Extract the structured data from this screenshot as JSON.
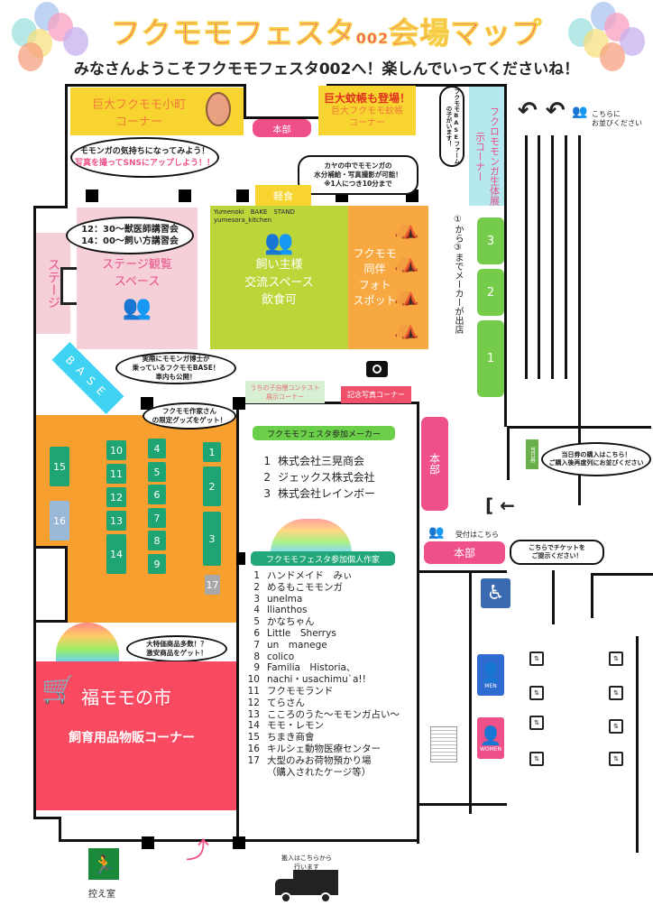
{
  "header": {
    "title_main": "フクモモフェスタ",
    "title_num": "002",
    "title_end": "会場マップ",
    "subtitle": "みなさんようこそフクモモフェスタ002へ！楽しんでいってくださいね！"
  },
  "areas": {
    "komachi": "巨大フクモモ小町\nコーナー",
    "honbu_top": "本部",
    "kaya_head": "巨大蚊帳も登場！",
    "kaya_sub": "巨大フクモモ蚊帳\nコーナー",
    "karuishoku": "軽食",
    "bake_stand": "Yumenoki　BAKE　STAND\nyumesora_kitchen",
    "exchange": "飼い主様\n交流スペース\n飲食可",
    "photo_spot": "フクモモ\n同伴\nフォト\nスポット",
    "stage": "ステージ",
    "stage_view": "ステージ観覧\nスペース",
    "base": "BASE",
    "contest": "うちの子自慢コンテスト\n展示コーナー",
    "memorial_photo": "記念写真コーナー",
    "honbu_side": "本部",
    "honbu_reception": "本部",
    "reception_label": "受付はこちら",
    "live_exhibit": "フクロモモンガ生体展示コーナー",
    "same_day_ticket": "当日券",
    "market_title": "福モモの市",
    "market_sub": "飼育用品物販コーナー",
    "waiting_room": "控え室",
    "loading": "搬入はこちらから\n行います",
    "queue_here": "こちらに\nお並びください",
    "maker_note": "①から③までメーカーが出店",
    "men": "MEN",
    "women": "WOMEN"
  },
  "bubbles": {
    "momonga_feel": "モモンガの気持ちになってみよう！",
    "sns": "写真を撮ってSNSにアップしよう！！",
    "kaya": "カヤの中でモモンガの\n水分補給・写真撮影が可能！\n※1人につき10分まで",
    "schedule": "12：30〜獣医師講習会\n14：00〜飼い方講習会",
    "base_car": "実際にモモンガ博士が\n乗っているフクモモBASE！\n車内も公開！",
    "artist_goods": "フクモモ作家さん\nの限定グッズをゲット！",
    "farm": "フクモモBASEファームの子がいます！",
    "ticket_buy": "当日券の購入はこちら！\nご購入後再度列にお並びください",
    "show_ticket": "こちらでチケットを\nご提示ください！",
    "bargain": "大特価商品多数！？\n激安商品をゲット！"
  },
  "makers": {
    "label": "フクモモフェスタ参加メーカー",
    "items": [
      {
        "no": "1",
        "name": "株式会社三晃商会"
      },
      {
        "no": "2",
        "name": "ジェックス株式会社"
      },
      {
        "no": "3",
        "name": "株式会社レインボー"
      }
    ]
  },
  "artists": {
    "label": "フクモモフェスタ参加個人作家",
    "items": [
      {
        "no": "1",
        "name": "ハンドメイド　みぃ"
      },
      {
        "no": "2",
        "name": "めるもこモモンガ"
      },
      {
        "no": "3",
        "name": "unelma"
      },
      {
        "no": "4",
        "name": "llianthos"
      },
      {
        "no": "5",
        "name": "かなちゃん"
      },
      {
        "no": "6",
        "name": "Little　Sherrys"
      },
      {
        "no": "7",
        "name": "un　manege"
      },
      {
        "no": "8",
        "name": "colico"
      },
      {
        "no": "9",
        "name": "Familia　Historia、"
      },
      {
        "no": "10",
        "name": "nachi・usachimu`a!!"
      },
      {
        "no": "11",
        "name": "フクモモランド"
      },
      {
        "no": "12",
        "name": "てらさん"
      },
      {
        "no": "13",
        "name": "こころのうた〜モモンガ占い〜"
      },
      {
        "no": "14",
        "name": "モモ・レモン"
      },
      {
        "no": "15",
        "name": "ちまき商會"
      },
      {
        "no": "16",
        "name": "キルシェ動物医療センター"
      },
      {
        "no": "17",
        "name": "大型のみお荷物預かり場"
      }
    ],
    "note": "（購入されたケージ等）"
  },
  "booths": [
    "1",
    "2",
    "3",
    "4",
    "5",
    "6",
    "7",
    "8",
    "9",
    "10",
    "11",
    "12",
    "13",
    "14",
    "15",
    "16",
    "17"
  ],
  "maker_booths": [
    "3",
    "2",
    "1"
  ],
  "colors": {
    "pink": "#f0506a",
    "yellow": "#f7d430",
    "green": "#bcd63a",
    "orange": "#f7a840",
    "booth": "#1fa574",
    "market": "#fa4a62",
    "cyan": "#b5e8ef"
  }
}
